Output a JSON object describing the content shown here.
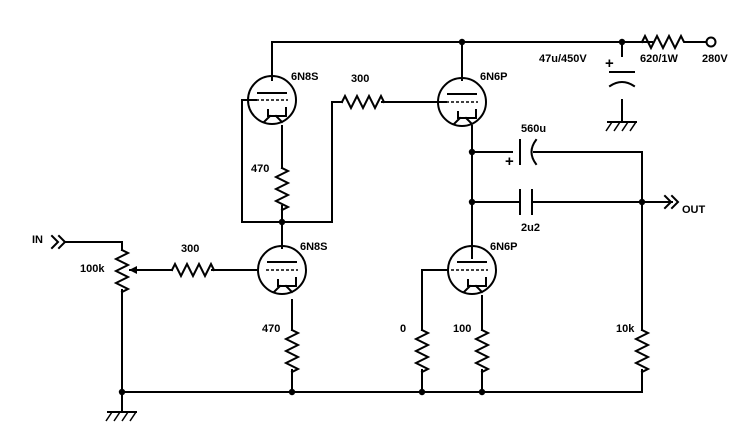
{
  "diagram": {
    "tubes": {
      "v1": "6N8S",
      "v2": "6N6P",
      "v3": "6N8S",
      "v4": "6N6P"
    },
    "resistors": {
      "supply": "620/1W",
      "grid_top": "300",
      "cathode_top": "470",
      "grid_input": "300",
      "pot": "100k",
      "cathode_bottom": "470",
      "grid_leak": "0",
      "cathode_out": "100",
      "load": "10k"
    },
    "capacitors": {
      "supply_filter": "47u/450V",
      "coupling_electrolytic": "560u",
      "coupling_film": "2u2"
    },
    "supply_voltage": "280V",
    "polarity_mark": "+",
    "io": {
      "input": "IN",
      "output": "OUT"
    }
  }
}
